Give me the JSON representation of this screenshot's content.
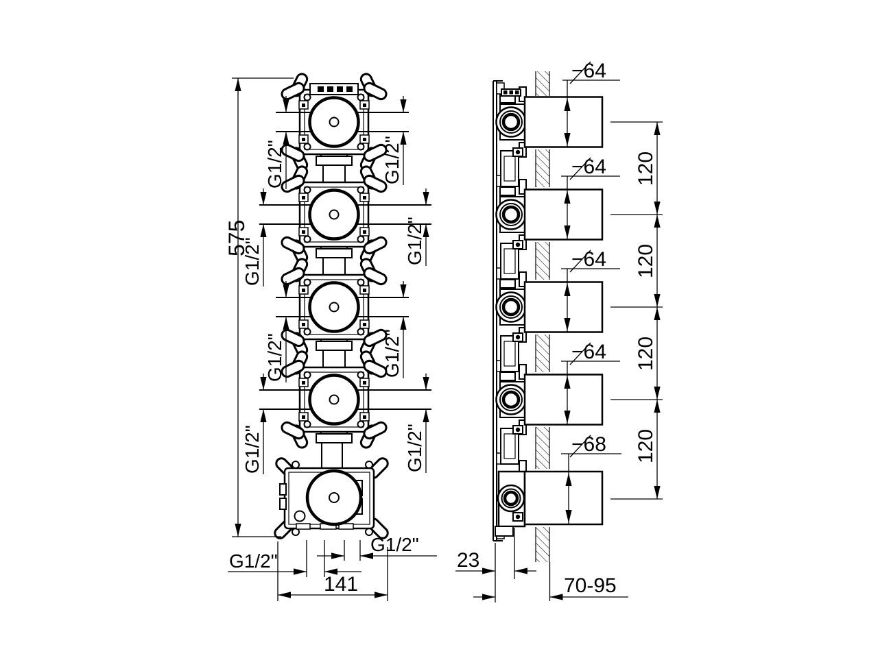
{
  "front_view": {
    "overall_height": "575",
    "body_width": "141",
    "left_ports": [
      "G1/2\"",
      "G1/2\"",
      "G1/2\"",
      "G1/2\""
    ],
    "right_ports": [
      "G1/2\"",
      "G1/2\"",
      "G1/2\"",
      "G1/2\""
    ],
    "bottom_left_port": "G1/2\"",
    "bottom_right_port": "G1/2\""
  },
  "side_view": {
    "handle_diameters": [
      "−64",
      "−64",
      "−64",
      "−64",
      "−68"
    ],
    "spacings": [
      "120",
      "120",
      "120",
      "120"
    ],
    "body_depth": "23",
    "installation_depth_range": "70-95"
  },
  "colors": {
    "line": "#000000",
    "background": "#ffffff"
  }
}
